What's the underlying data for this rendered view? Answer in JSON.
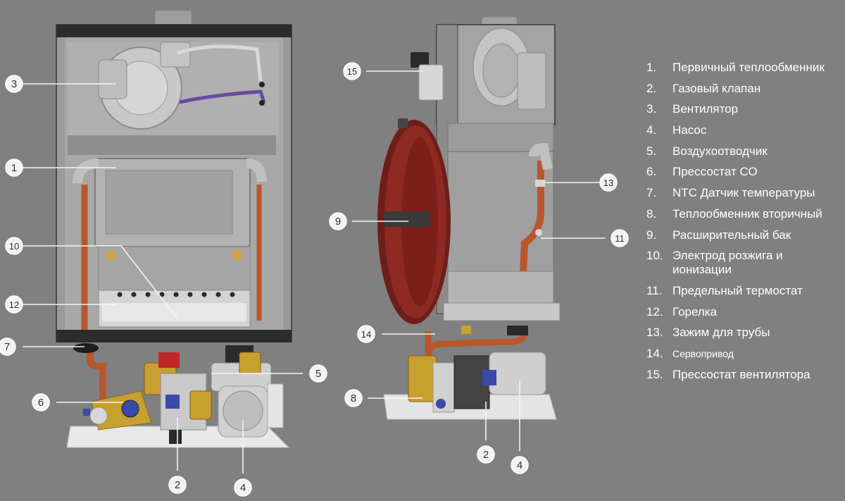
{
  "colors": {
    "background": "#808080",
    "copper": "#b8562d",
    "brass": "#c8a030",
    "red_tank": "#8e2a22",
    "label_circle": "#f2f2f2",
    "fan_accent": "#6a4aa0"
  },
  "callouts": [
    "1",
    "2",
    "3",
    "4",
    "5",
    "6",
    "7",
    "8",
    "9",
    "10",
    "11",
    "12",
    "13",
    "14",
    "15"
  ],
  "legend": [
    {
      "num": "1.",
      "text": "Первичный теплообменник"
    },
    {
      "num": "2.",
      "text": "Газовый клапан"
    },
    {
      "num": "3.",
      "text": "Вентилятор"
    },
    {
      "num": "4.",
      "text": "Насос"
    },
    {
      "num": "5.",
      "text": "Воздухоотводчик"
    },
    {
      "num": "6.",
      "text": "Прессостат СО"
    },
    {
      "num": "7.",
      "text": "NTC Датчик температуры"
    },
    {
      "num": "8.",
      "text": "Теплообменник вторичный"
    },
    {
      "num": "9.",
      "text": "Расширительный бак"
    },
    {
      "num": "10.",
      "text": "Электрод розжига и ионизации"
    },
    {
      "num": "11.",
      "text": "Предельный термостат"
    },
    {
      "num": "12.",
      "text": "Горелка"
    },
    {
      "num": "13.",
      "text": "Зажим для трубы"
    },
    {
      "num": "14.",
      "text": "Сервопривод"
    },
    {
      "num": "15.",
      "text": "Прессостат вентилятора"
    }
  ]
}
